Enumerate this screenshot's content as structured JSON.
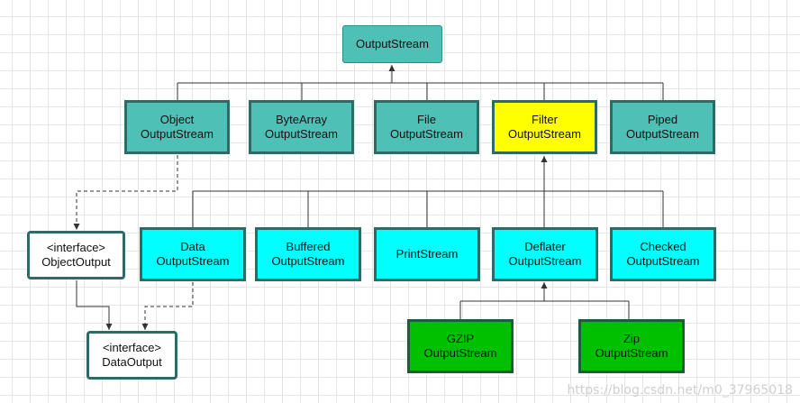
{
  "nodes": {
    "output_stream": "OutputStream",
    "object_output_stream": "Object\nOutputStream",
    "bytearray_output_stream": "ByteArray\nOutputStream",
    "file_output_stream": "File\nOutputStream",
    "filter_output_stream": "Filter\nOutputStream",
    "piped_output_stream": "Piped\nOutputStream",
    "object_output": "<interface>\nObjectOutput",
    "data_output_stream": "Data\nOutputStream",
    "buffered_output_stream": "Buffered\nOutputStream",
    "print_stream": "PrintStream",
    "deflater_output_stream": "Deflater\nOutputStream",
    "checked_output_stream": "Checked\nOutputStream",
    "data_output": "<interface>\nDataOutput",
    "gzip_output_stream": "GZIP\nOutputStream",
    "zip_output_stream": "Zip\nOutputStream"
  },
  "colors": {
    "root_fill": "#4ec0b6",
    "teal_fill": "#4ec0b6",
    "highlight_fill": "#ffff00",
    "filter_child_fill": "#00ffff",
    "deflater_child_fill": "#00c000",
    "interface_fill": "#ffffff",
    "border": "#2c6b66"
  },
  "watermark": "https://blog.csdn.net/m0_37965018"
}
